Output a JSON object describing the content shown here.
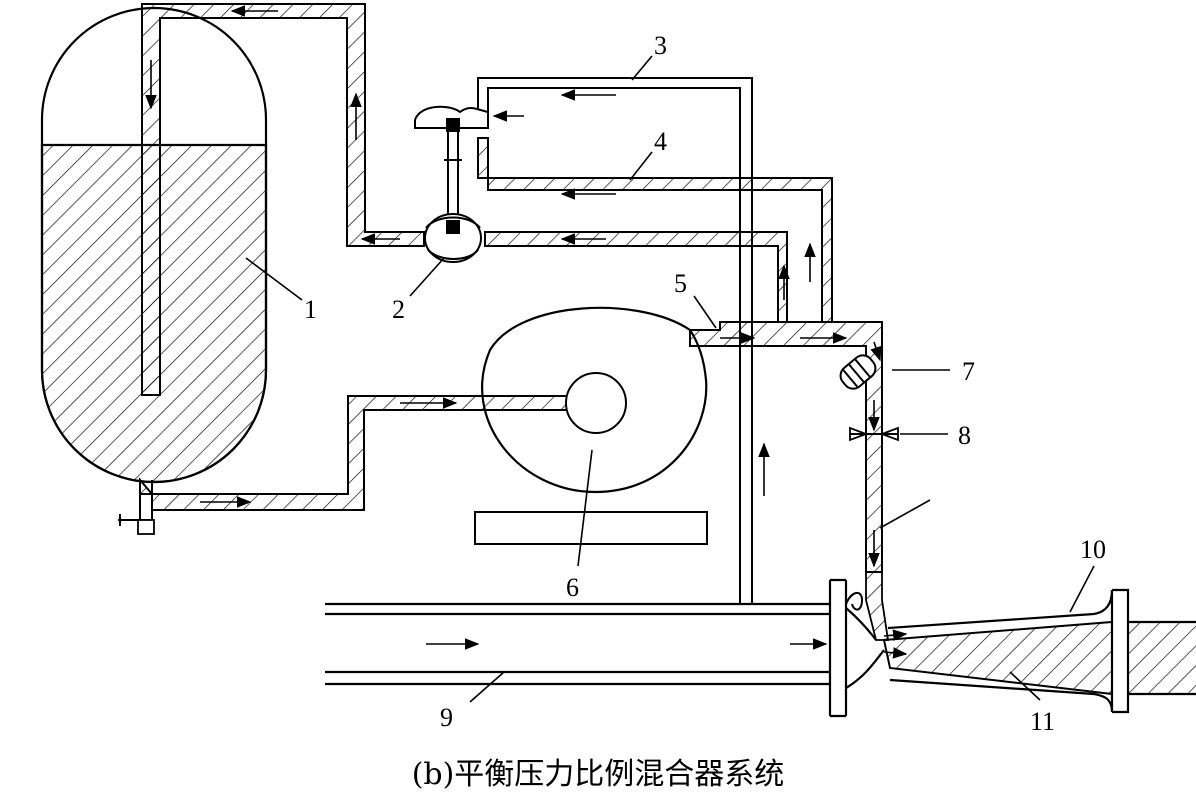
{
  "diagram": {
    "caption": "(b)平衡压力比例混合器系统",
    "labels": [
      "1",
      "2",
      "3",
      "4",
      "5",
      "6",
      "7",
      "8",
      "9",
      "10",
      "11"
    ]
  },
  "colors": {
    "line": "#000000",
    "background": "#ffffff"
  }
}
